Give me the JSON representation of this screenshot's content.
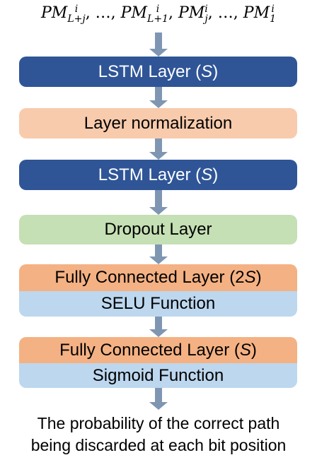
{
  "input": {
    "tokens": [
      {
        "base": "PM",
        "sup": "i",
        "sub": "L+j"
      },
      {
        "sep": ", …, "
      },
      {
        "base": "PM",
        "sup": "i",
        "sub": "L+1"
      },
      {
        "sep": ", "
      },
      {
        "base": "PM",
        "sup": "i",
        "sub": "j"
      },
      {
        "sep": ", …, "
      },
      {
        "base": "PM",
        "sup": "i",
        "sub": "1"
      }
    ]
  },
  "layers": {
    "lstm1": {
      "label": "LSTM Layer (",
      "param": "S",
      "close": ")"
    },
    "norm": {
      "label": "Layer normalization"
    },
    "lstm2": {
      "label": "LSTM Layer (",
      "param": "S",
      "close": ")"
    },
    "dropout": {
      "label": "Dropout Layer"
    },
    "fc1": {
      "label": "Fully Connected Layer (2",
      "param": "S",
      "close": ")"
    },
    "selu": {
      "label": "SELU Function"
    },
    "fc2": {
      "label": "Fully Connected Layer (",
      "param": "S",
      "close": ")"
    },
    "sigmoid": {
      "label": "Sigmoid Function"
    }
  },
  "output": {
    "line1": "The probability of the correct path",
    "line2": "being discarded at each bit position"
  },
  "colors": {
    "lstm": "#2f5597",
    "norm": "#f8cbad",
    "dropout": "#c5e0b4",
    "fc": "#f4b183",
    "activation": "#bdd7ee",
    "arrow": "#7f96b2"
  }
}
